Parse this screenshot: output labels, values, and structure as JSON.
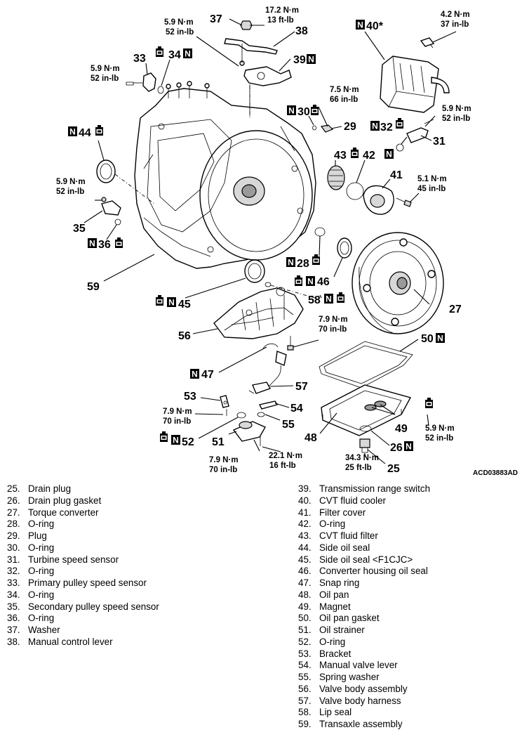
{
  "figure_code": "ACD03883AD",
  "symbols": {
    "new_part": "N",
    "apply_fluid": "oil-can-icon"
  },
  "callouts": {
    "c25": "25",
    "c26": "26",
    "c27": "27",
    "c28": "28",
    "c29": "29",
    "c30": "30",
    "c31": "31",
    "c32": "32",
    "c33": "33",
    "c34": "34",
    "c35": "35",
    "c36": "36",
    "c37": "37",
    "c38": "38",
    "c39": "39",
    "c40": "40*",
    "c41": "41",
    "c42": "42",
    "c43": "43",
    "c44": "44",
    "c45": "45",
    "c46": "46",
    "c47": "47",
    "c48": "48",
    "c49": "49",
    "c50": "50",
    "c51": "51",
    "c52": "52",
    "c53": "53",
    "c54": "54",
    "c55": "55",
    "c56": "56",
    "c57": "57",
    "c58": "58",
    "c59": "59"
  },
  "torques": {
    "t1": [
      "5.9 N·m",
      "52 in-lb"
    ],
    "t2": [
      "17.2 N·m",
      "13 ft-lb"
    ],
    "t3": [
      "4.2 N·m",
      "37 in-lb"
    ],
    "t4": [
      "5.9 N·m",
      "52 in-lb"
    ],
    "t5": [
      "7.5 N·m",
      "66 in-lb"
    ],
    "t6": [
      "5.9 N·m",
      "52 in-lb"
    ],
    "t7": [
      "5.9 N·m",
      "52 in-lb"
    ],
    "t8": [
      "5.1 N·m",
      "45 in-lb"
    ],
    "t9": [
      "7.9 N·m",
      "70 in-lb"
    ],
    "t10": [
      "7.9 N·m",
      "70 in-lb"
    ],
    "t11": [
      "5.9 N·m",
      "52 in-lb"
    ],
    "t12": [
      "7.9 N·m",
      "70 in-lb"
    ],
    "t13": [
      "22.1 N·m",
      "16 ft-lb"
    ],
    "t14": [
      "34.3 N·m",
      "25 ft-lb"
    ]
  },
  "legend_left": [
    {
      "num": "25.",
      "name": "Drain plug"
    },
    {
      "num": "26.",
      "name": "Drain plug gasket"
    },
    {
      "num": "27.",
      "name": "Torque converter"
    },
    {
      "num": "28.",
      "name": "O-ring"
    },
    {
      "num": "29.",
      "name": "Plug"
    },
    {
      "num": "30.",
      "name": "O-ring"
    },
    {
      "num": "31.",
      "name": "Turbine speed sensor"
    },
    {
      "num": "32.",
      "name": "O-ring"
    },
    {
      "num": "33.",
      "name": "Primary pulley speed sensor"
    },
    {
      "num": "34.",
      "name": "O-ring"
    },
    {
      "num": "35.",
      "name": "Secondary pulley speed sensor"
    },
    {
      "num": "36.",
      "name": "O-ring"
    },
    {
      "num": "37.",
      "name": "Washer"
    },
    {
      "num": "38.",
      "name": "Manual control lever"
    }
  ],
  "legend_right": [
    {
      "num": "39.",
      "name": "Transmission range switch"
    },
    {
      "num": "40.",
      "name": "CVT fluid cooler"
    },
    {
      "num": "41.",
      "name": "Filter cover"
    },
    {
      "num": "42.",
      "name": "O-ring"
    },
    {
      "num": "43.",
      "name": "CVT fluid filter"
    },
    {
      "num": "44.",
      "name": "Side oil seal"
    },
    {
      "num": "45.",
      "name": "Side oil seal <F1CJC>"
    },
    {
      "num": "46.",
      "name": "Converter housing oil seal"
    },
    {
      "num": "47.",
      "name": "Snap ring"
    },
    {
      "num": "48.",
      "name": "Oil pan"
    },
    {
      "num": "49.",
      "name": "Magnet"
    },
    {
      "num": "50.",
      "name": "Oil pan gasket"
    },
    {
      "num": "51.",
      "name": "Oil strainer"
    },
    {
      "num": "52.",
      "name": "O-ring"
    },
    {
      "num": "53.",
      "name": "Bracket"
    },
    {
      "num": "54.",
      "name": "Manual valve lever"
    },
    {
      "num": "55.",
      "name": "Spring washer"
    },
    {
      "num": "56.",
      "name": "Valve body assembly"
    },
    {
      "num": "57.",
      "name": "Valve body harness"
    },
    {
      "num": "58.",
      "name": "Lip seal"
    },
    {
      "num": "59.",
      "name": "Transaxle assembly"
    }
  ]
}
